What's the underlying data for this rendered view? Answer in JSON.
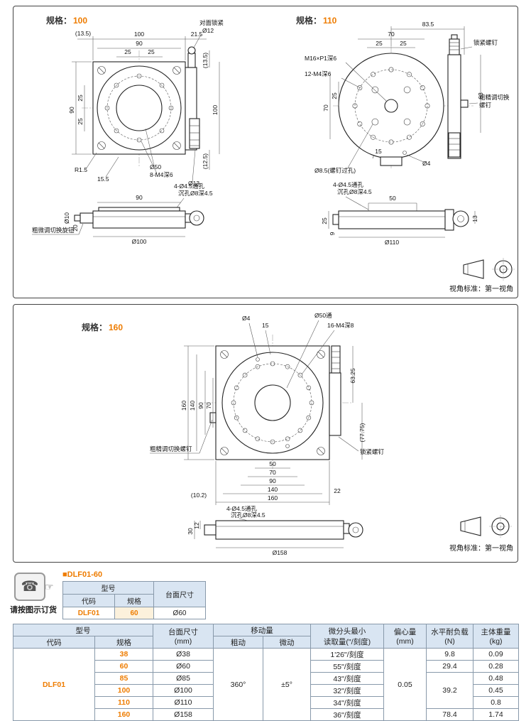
{
  "view_standard": "视角标准：第一视角",
  "panel_100": {
    "spec_label": "规格：",
    "spec_value": "100",
    "dims": {
      "d135": "(13.5)",
      "d100": "100",
      "d215": "21.5",
      "lock_note": "对面锁紧",
      "d12": "Ø12",
      "d90": "90",
      "d25": "25",
      "d125": "(12.5)",
      "r15": "R1.5",
      "d155": "15.5",
      "d50": "Ø50",
      "m4": "8-M4深6",
      "d13": "Ø13"
    },
    "side": {
      "d10": "Ø10",
      "d20": "20",
      "d90": "90",
      "holes1": "4-Ø4.5通孔",
      "holes2": "沉孔Ø8深4.5",
      "d100": "Ø100",
      "knob": "粗微调切换旋钮"
    }
  },
  "panel_110": {
    "spec_label": "规格：",
    "spec_value": "110",
    "dims": {
      "d835": "83.5",
      "d70": "70",
      "d25": "25",
      "m16": "M16×P1深6",
      "m4": "12-M4深6",
      "lock": "锁紧螺钉",
      "switch1": "粗精调切换",
      "switch2": "螺钉",
      "d63": "63",
      "d85": "Ø8.5(螺钉过孔)",
      "d15": "15",
      "d4": "Ø4"
    },
    "side": {
      "holes1": "4-Ø4.5通孔",
      "holes2": "沉孔Ø8深4.5",
      "d50": "50",
      "d25": "25",
      "d9": "9",
      "d110": "Ø110",
      "d13": "13"
    }
  },
  "panel_160": {
    "spec_label": "规格：",
    "spec_value": "160",
    "dims": {
      "d4": "Ø4",
      "d15": "15",
      "d50": "Ø50通",
      "m4": "16-M4深8",
      "d160": "160",
      "d140": "140",
      "d90": "90",
      "d70": "70",
      "d6325": "63.25",
      "d7775": "(77.75)",
      "switch": "粗精调切换螺钉",
      "lock": "锁紧螺钉",
      "b50": "50",
      "b70": "70",
      "b90": "90",
      "b140": "140",
      "b160": "160",
      "d102": "(10.2)",
      "d22": "22"
    },
    "side": {
      "holes1": "4-Ø4.5通孔",
      "holes2": "沉孔Ø8深4.5",
      "d30": "30",
      "d12": "12",
      "d158": "Ø158"
    }
  },
  "order": {
    "note": "请按图示订货",
    "example_title": "■DLF01-60",
    "mini_table": {
      "model": "型号",
      "code_h": "代码",
      "spec_h": "规格",
      "size_h": "台面尺寸",
      "code": "DLF01",
      "spec": "60",
      "size": "Ø60"
    }
  },
  "spec_table": {
    "headers": {
      "model": "型号",
      "code": "代码",
      "spec": "规格",
      "size1": "台面尺寸",
      "size2": "(mm)",
      "movement": "移动量",
      "coarse": "粗动",
      "fine": "微动",
      "micro1": "微分头最小",
      "micro2": "读取量(\"/刻度)",
      "ecc1": "偏心量",
      "ecc2": "(mm)",
      "load1": "水平耐负载",
      "load2": "(N)",
      "weight1": "主体重量",
      "weight2": "(kg)"
    },
    "code": "DLF01",
    "coarse_value": "360°",
    "fine_value": "±5°",
    "ecc_value": "0.05",
    "loads": {
      "r38": "9.8",
      "r60": "29.4",
      "r85_110": "39.2",
      "r160": "78.4"
    },
    "rows": [
      {
        "spec": "38",
        "size": "Ø38",
        "micro": "1'26\"/刻度",
        "weight": "0.09"
      },
      {
        "spec": "60",
        "size": "Ø60",
        "micro": "55\"/刻度",
        "weight": "0.28"
      },
      {
        "spec": "85",
        "size": "Ø85",
        "micro": "43\"/刻度",
        "weight": "0.48"
      },
      {
        "spec": "100",
        "size": "Ø100",
        "micro": "32\"/刻度",
        "weight": "0.45"
      },
      {
        "spec": "110",
        "size": "Ø110",
        "micro": "34\"/刻度",
        "weight": "0.8"
      },
      {
        "spec": "160",
        "size": "Ø158",
        "micro": "36\"/刻度",
        "weight": "1.74"
      }
    ]
  }
}
